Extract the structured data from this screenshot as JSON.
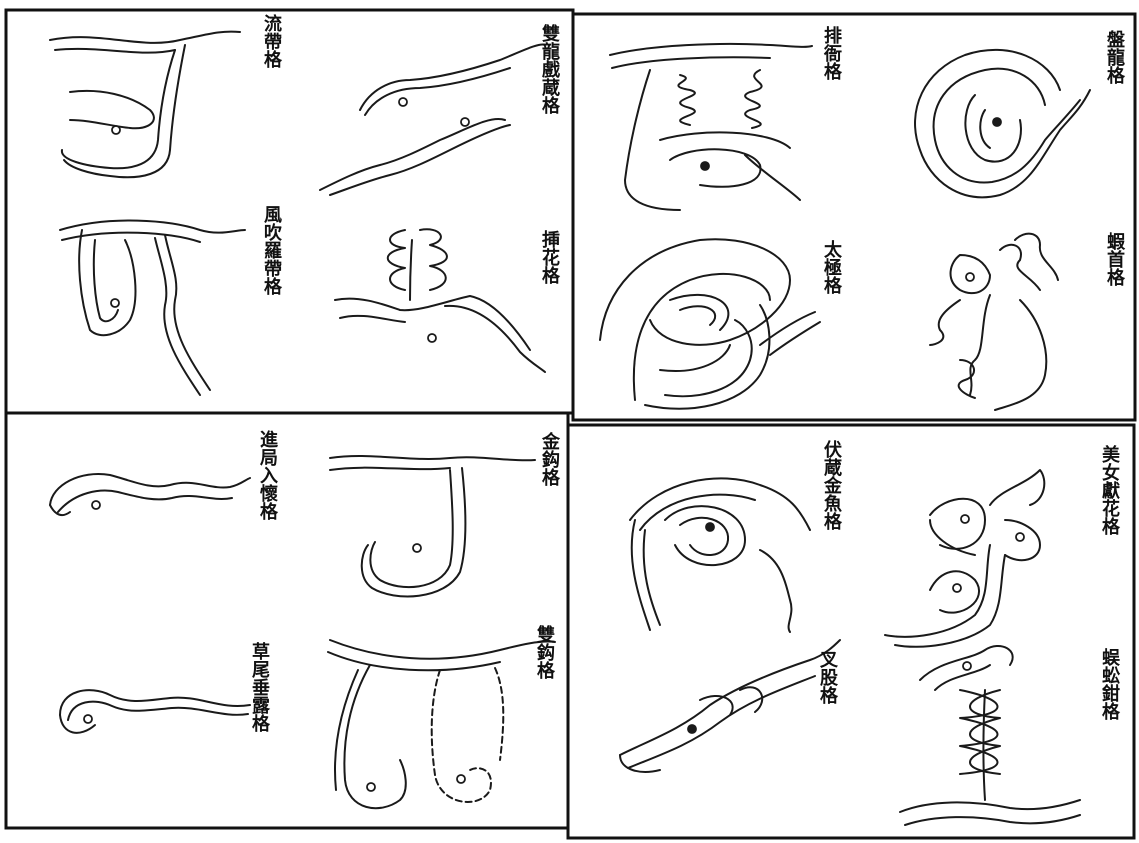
{
  "panels": [
    {
      "id": "top-left",
      "figures": [
        {
          "key": "liudai",
          "label": "流帶格"
        },
        {
          "key": "shuanglong",
          "label": "雙龍戲蔵格"
        },
        {
          "key": "fengchui",
          "label": "風吹羅帶格"
        },
        {
          "key": "chahua",
          "label": "挿花格"
        }
      ]
    },
    {
      "id": "top-right",
      "figures": [
        {
          "key": "paiya",
          "label": "排衙格"
        },
        {
          "key": "panlong",
          "label": "盤龍格"
        },
        {
          "key": "taiji",
          "label": "太極格"
        },
        {
          "key": "xiashou",
          "label": "蝦首格"
        }
      ]
    },
    {
      "id": "bottom-left",
      "figures": [
        {
          "key": "jinju",
          "label": "進局入懷格"
        },
        {
          "key": "jingou",
          "label": "金鈎格"
        },
        {
          "key": "caowei",
          "label": "草尾垂露格"
        },
        {
          "key": "shuanggou",
          "label": "雙鈎格"
        }
      ]
    },
    {
      "id": "bottom-right",
      "figures": [
        {
          "key": "fuzang",
          "label": "伏蔵金魚格"
        },
        {
          "key": "meinv",
          "label": "美女獻花格"
        },
        {
          "key": "chagu",
          "label": "叉股格"
        },
        {
          "key": "wugong",
          "label": "蜈蚣鉗格"
        }
      ]
    }
  ]
}
